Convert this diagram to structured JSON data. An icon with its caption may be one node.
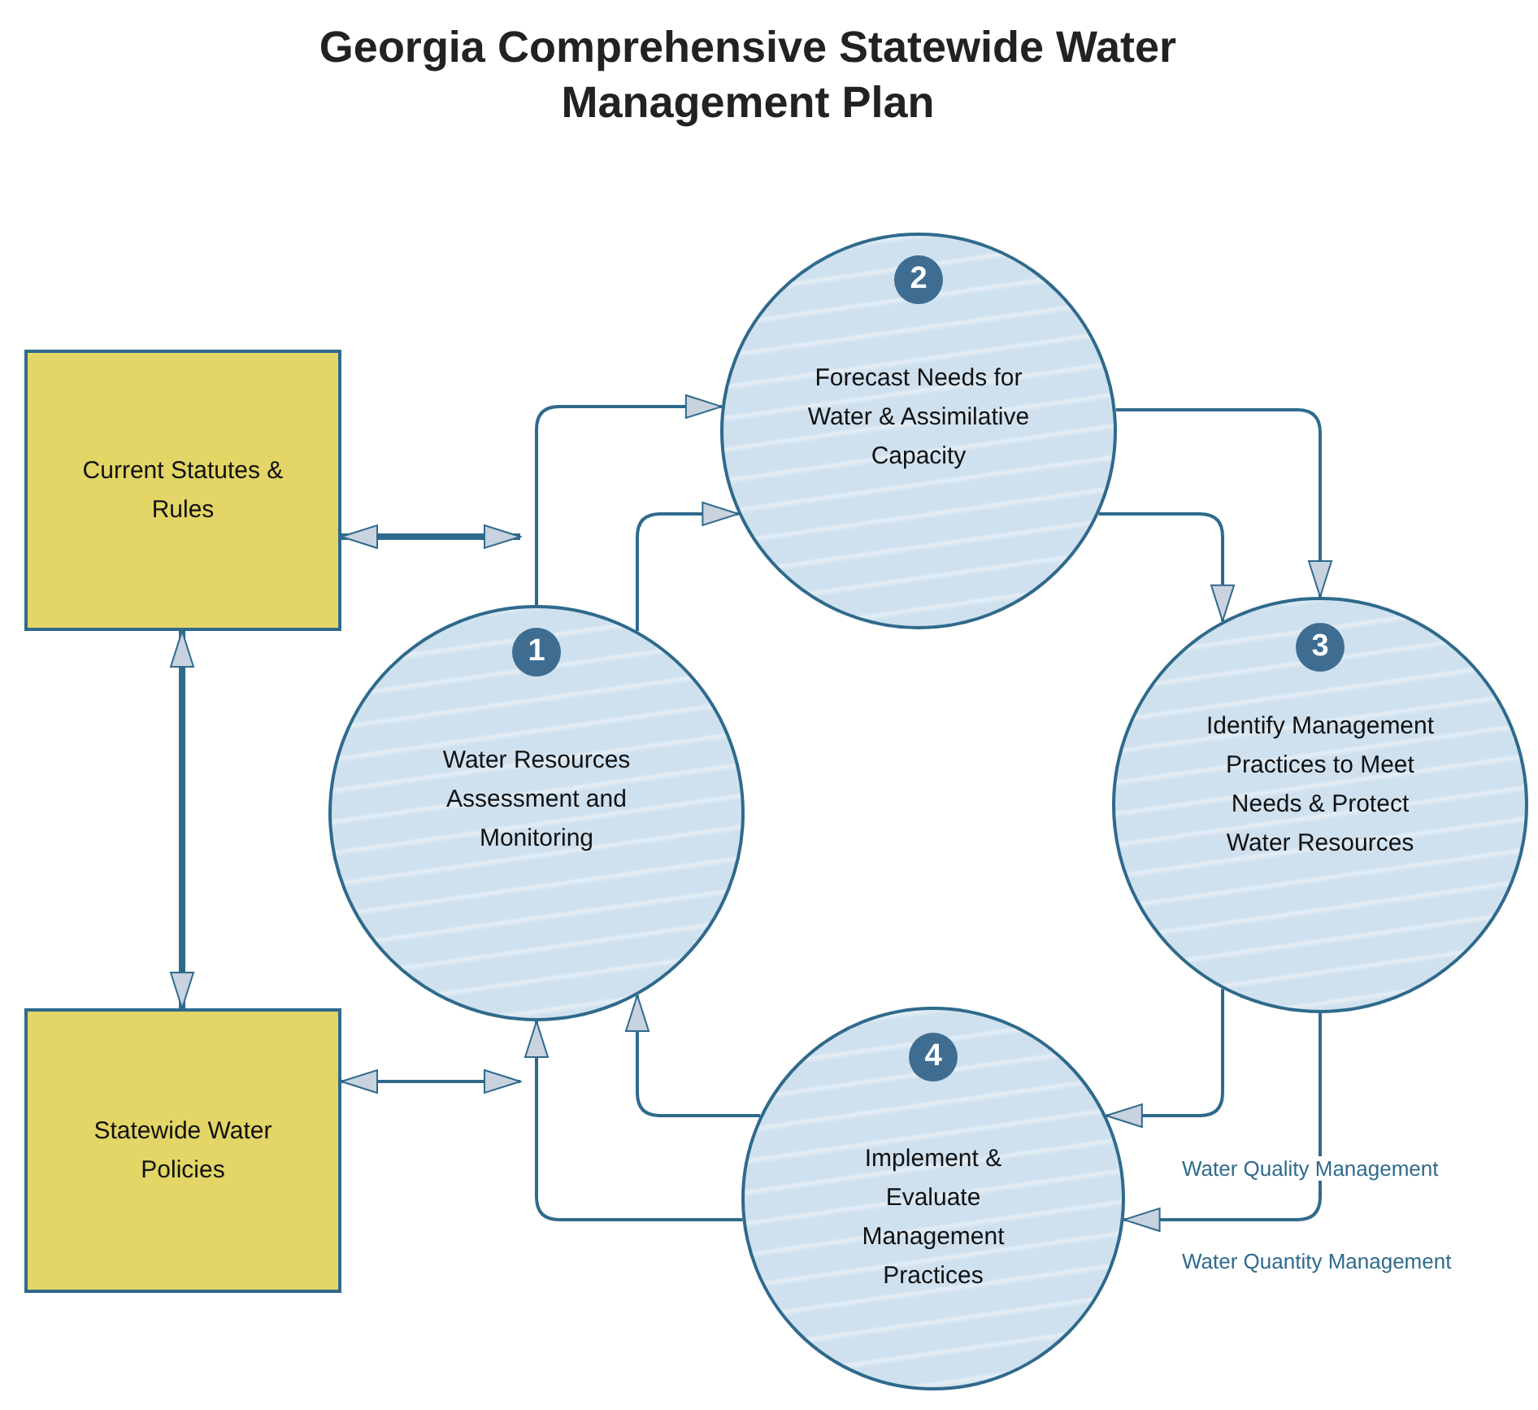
{
  "diagram": {
    "title": "Georgia Comprehensive Statewide Water Management Plan",
    "nodes": [
      {
        "text": [
          "Current Statutes & Rules"
        ]
      },
      {
        "text": [
          "Statewide Water Policies"
        ]
      },
      {
        "text": [
          "1",
          "Water Resources Assessment and Monitoring"
        ]
      },
      {
        "text": [
          "2",
          "Forecast Needs for Water & Assimilative Capacity"
        ]
      },
      {
        "text": [
          "3",
          "Identify Management Practices to Meet Needs & Protect Water Resources"
        ]
      },
      {
        "text": [
          "4",
          "Implement & Evaluate Management Practices"
        ]
      }
    ],
    "edges": [
      {
        "from": 0,
        "to": 1,
        "arrow": "both",
        "style": "thick"
      },
      {
        "from": 0,
        "to": null,
        "arrow": "both",
        "style": "thick"
      },
      {
        "from": 1,
        "to": null,
        "arrow": "both"
      },
      {
        "from": 2,
        "to": 3,
        "arrow": "to"
      },
      {
        "from": 3,
        "to": 4,
        "arrow": "to"
      },
      {
        "from": 4,
        "to": 5,
        "arrow": "to"
      },
      {
        "from": 5,
        "to": 2,
        "arrow": "to"
      },
      {
        "from": 2,
        "to": 3,
        "arrow": "to"
      },
      {
        "from": 3,
        "to": 4,
        "arrow": "to"
      },
      {
        "from": 4,
        "to": 5,
        "arrow": "to"
      },
      {
        "from": 5,
        "to": 2,
        "arrow": "to"
      }
    ],
    "labels": [
      "Water Quality Management",
      "Water Quantity Management"
    ]
  }
}
